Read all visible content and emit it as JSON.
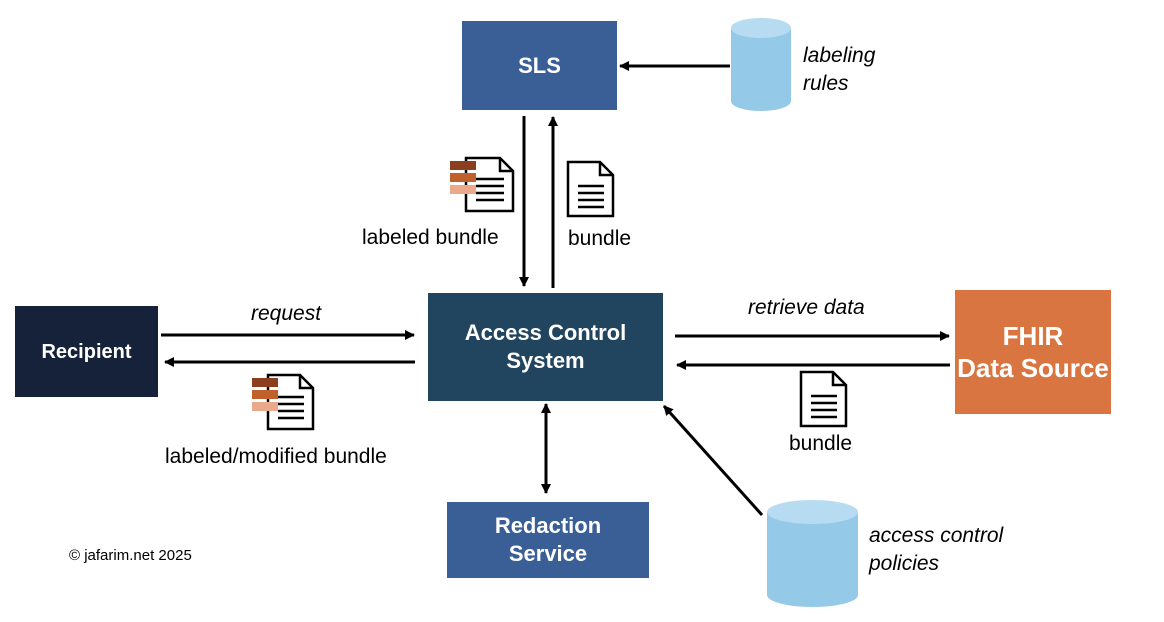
{
  "nodes": {
    "sls": "SLS",
    "acs": "Access Control\nSystem",
    "recipient": "Recipient",
    "fhir": "FHIR\nData Source",
    "redaction": "Redaction\nService"
  },
  "datastores": {
    "labeling_rules": "labeling\nrules",
    "access_policies": "access control\npolicies"
  },
  "edges": {
    "labeled_bundle": "labeled bundle",
    "bundle_to_sls": "bundle",
    "request": "request",
    "labeled_modified_bundle": "labeled/modified bundle",
    "retrieve_data": "retrieve data",
    "bundle_from_fhir": "bundle"
  },
  "footer": {
    "copyright": "© jafarim.net 2025"
  },
  "colors": {
    "sls": "#3a5f96",
    "acs": "#22455f",
    "recipient": "#15223a",
    "fhir": "#d87540",
    "redaction": "#3a5f96",
    "cylinder": "#94c9e8",
    "label_band_1": "#8b3f1e",
    "label_band_2": "#c0602d",
    "label_band_3": "#e9a98a"
  }
}
